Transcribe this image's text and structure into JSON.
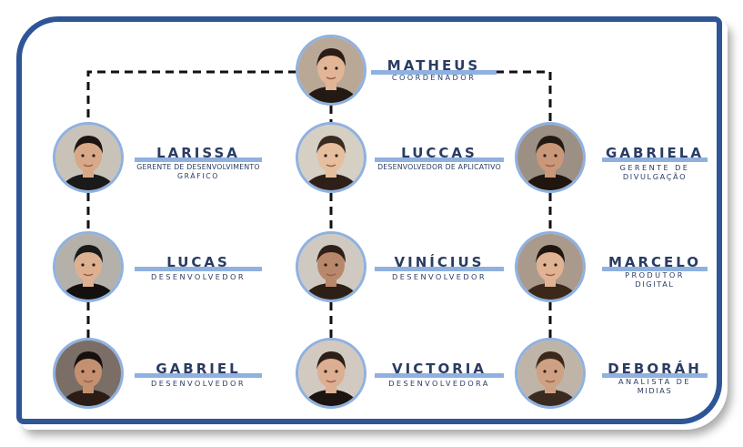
{
  "team": {
    "coordinator": {
      "name": "MATHEUS",
      "role": [
        "COORDENADOR"
      ],
      "avatar_icon": "person-photo-icon"
    },
    "leads": [
      {
        "name": "LARISSA",
        "role": [
          "GERENTE DE DESENVOLVIMENTO",
          "GRÁFICO"
        ],
        "avatar_icon": "person-photo-icon"
      },
      {
        "name": "LUCCAS",
        "role": [
          "DESENVOLVEDOR DE APLICATIVO"
        ],
        "avatar_icon": "person-photo-icon"
      },
      {
        "name": "GABRIELA",
        "role": [
          "GERENTE DE",
          "DIVULGAÇÃO"
        ],
        "avatar_icon": "person-photo-icon"
      }
    ],
    "members": [
      {
        "name": "LUCAS",
        "role": [
          "DESENVOLVEDOR"
        ],
        "avatar_icon": "person-photo-icon"
      },
      {
        "name": "VINÍCIUS",
        "role": [
          "DESENVOLVEDOR"
        ],
        "avatar_icon": "person-photo-icon"
      },
      {
        "name": "MARCELO",
        "role": [
          "PRODUTOR",
          "DIGITAL"
        ],
        "avatar_icon": "person-photo-icon"
      },
      {
        "name": "GABRIEL",
        "role": [
          "DESENVOLVEDOR"
        ],
        "avatar_icon": "person-photo-icon"
      },
      {
        "name": "VICTORIA",
        "role": [
          "DESENVOLVEDORA"
        ],
        "avatar_icon": "person-photo-icon"
      },
      {
        "name": "DEBORÁH",
        "role": [
          "ANALISTA DE",
          "MIDIAS"
        ],
        "avatar_icon": "person-photo-icon"
      }
    ]
  },
  "colors": {
    "frame": "#2e5596",
    "accent": "#8fb1e0",
    "text": "#2a3c63",
    "connector": "#111111"
  }
}
